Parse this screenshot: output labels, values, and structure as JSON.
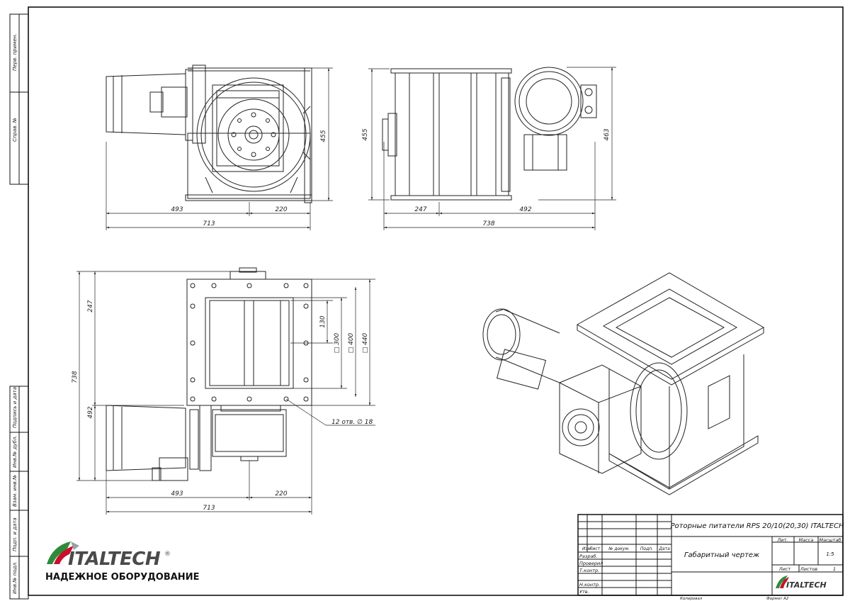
{
  "side_stamps": {
    "perv_primen": "Перв. примен.",
    "sprav_no": "Справ. №",
    "podp_i_data_1": "Подпись и дата",
    "inv_no_dubl": "Инв.№ дубл.",
    "vzam_inv_no": "Взам. инв.№",
    "podp_i_data_2": "Подп. и дата",
    "inv_no_podl": "Инв.№ подл."
  },
  "view_top_left": {
    "dims": {
      "w1": "493",
      "w2": "220",
      "total": "713",
      "height": "455"
    }
  },
  "view_top_right": {
    "dims": {
      "w1": "247",
      "w2": "492",
      "total": "738",
      "h_left": "455",
      "h_right": "463"
    }
  },
  "view_plan": {
    "dims": {
      "v_top": "247",
      "v_bottom": "492",
      "v_total": "738",
      "inner1": "130",
      "inner2": "□ 300",
      "inner3": "□ 400",
      "inner4": "□ 440",
      "holes": "12 отв. ∅ 18",
      "w1": "493",
      "w2": "220",
      "total": "713"
    }
  },
  "logo": {
    "brand": "ITALTECH",
    "reg": "®",
    "slogan": "НАДЕЖНОЕ ОБОРУДОВАНИЕ",
    "colors": {
      "green": "#2e8b3a",
      "red": "#c8102e",
      "gray": "#555555"
    }
  },
  "title_block": {
    "product": "Роторные питатели RPS 20/10(20,30) ITALTECH",
    "doc_title": "Габаритный чертеж",
    "col_lit": "Лит.",
    "col_mass": "Масса",
    "col_scale": "Масштаб",
    "scale_value": "1:5",
    "sheet_label": "Лист",
    "sheets_label": "Листов",
    "sheets_value": "1",
    "header_izm": "Изм.",
    "header_list": "Лист",
    "header_doc": "№ докум.",
    "header_podp": "Подп.",
    "header_data": "Дата",
    "row_razrab": "Разраб.",
    "row_prover": "Проверил",
    "row_tkontr": "Т.контр.",
    "row_nkontr": "Н.контр.",
    "row_utv": "Утв.",
    "bottom_copy": "Копировал",
    "bottom_format": "Формат А2"
  }
}
